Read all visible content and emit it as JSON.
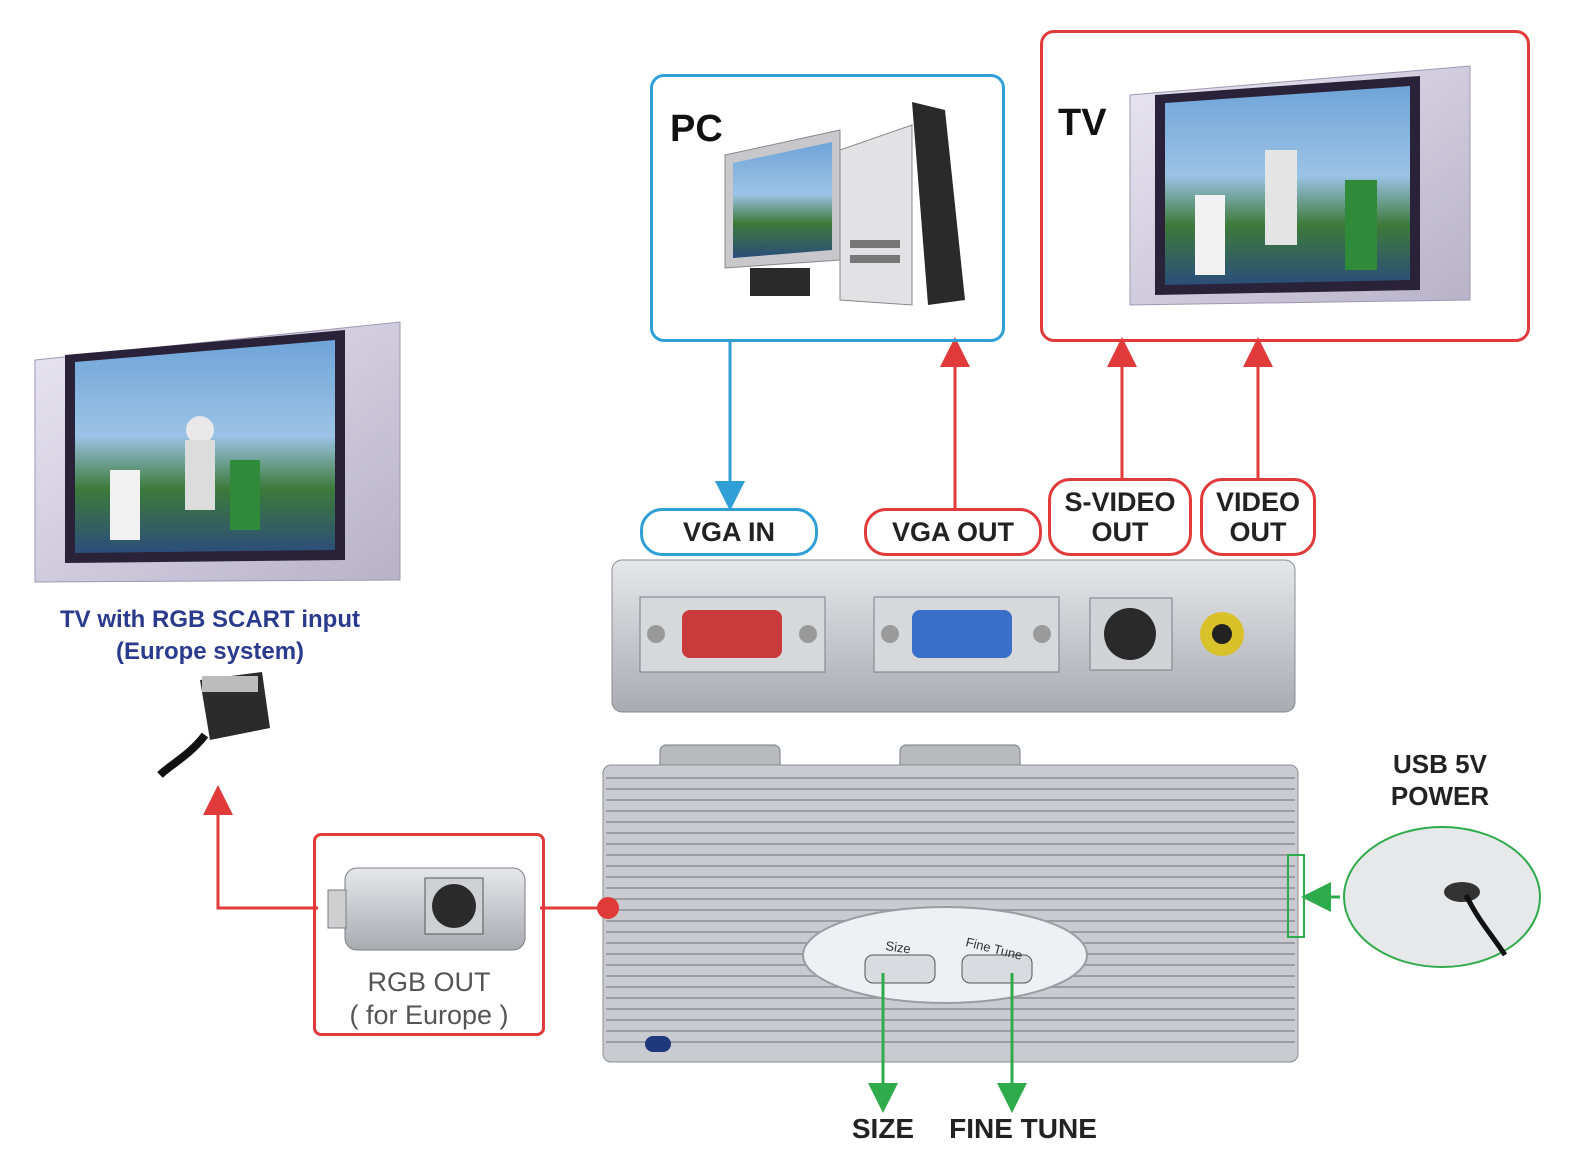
{
  "colors": {
    "blue": "#2f9fd6",
    "red": "#e03a3a",
    "green": "#2eab4a",
    "caption_blue": "#2a3a8c",
    "device_silver": "#c9cbd0"
  },
  "pc_box": {
    "title": "PC"
  },
  "tv_box": {
    "title": "TV"
  },
  "scart_tv": {
    "caption_line1": "TV with RGB SCART input",
    "caption_line2": "(Europe system)"
  },
  "ports": {
    "vga_in": "VGA IN",
    "vga_out": "VGA OUT",
    "svideo_out_line1": "S-VIDEO",
    "svideo_out_line2": "OUT",
    "video_out_line1": "VIDEO",
    "video_out_line2": "OUT"
  },
  "rgb_out": {
    "line1": "RGB OUT",
    "line2": "( for Europe )"
  },
  "usb_power": {
    "line1": "USB 5V",
    "line2": "POWER"
  },
  "buttons": {
    "size_button_text": "Size",
    "fine_tune_button_text": "Fine Tune",
    "size_label": "SIZE",
    "fine_tune_label": "FINE TUNE"
  }
}
